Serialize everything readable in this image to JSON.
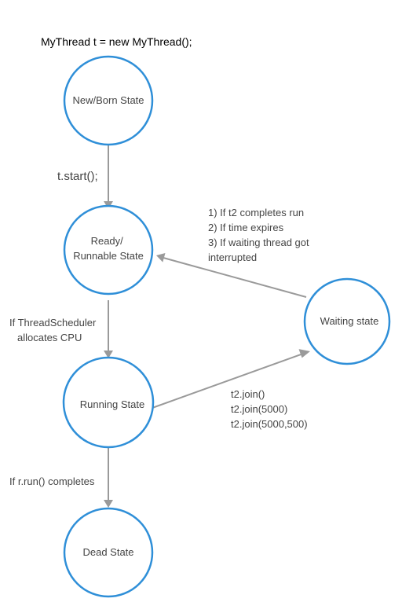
{
  "header": {
    "code": "MyThread t = new MyThread();"
  },
  "states": {
    "new": [
      "New/Born State"
    ],
    "ready": [
      "Ready/",
      "Runnable State"
    ],
    "running": [
      "Running State"
    ],
    "waiting": [
      "Waiting state"
    ],
    "dead": [
      "Dead State"
    ]
  },
  "transitions": {
    "new_to_ready": [
      "t.start();"
    ],
    "ready_to_running": [
      "If ThreadScheduler",
      "allocates CPU"
    ],
    "running_to_dead": [
      "If r.run() completes"
    ],
    "running_to_waiting": [
      "t2.join()",
      "t2.join(5000)",
      "t2.join(5000,500)"
    ],
    "waiting_to_ready": [
      "1) If t2 completes run",
      "2) If time expires",
      "3) If waiting thread got",
      "interrupted"
    ]
  },
  "colors": {
    "state_border": "#2f8fd8",
    "arrow": "#9a9a9a",
    "text": "#444444"
  }
}
